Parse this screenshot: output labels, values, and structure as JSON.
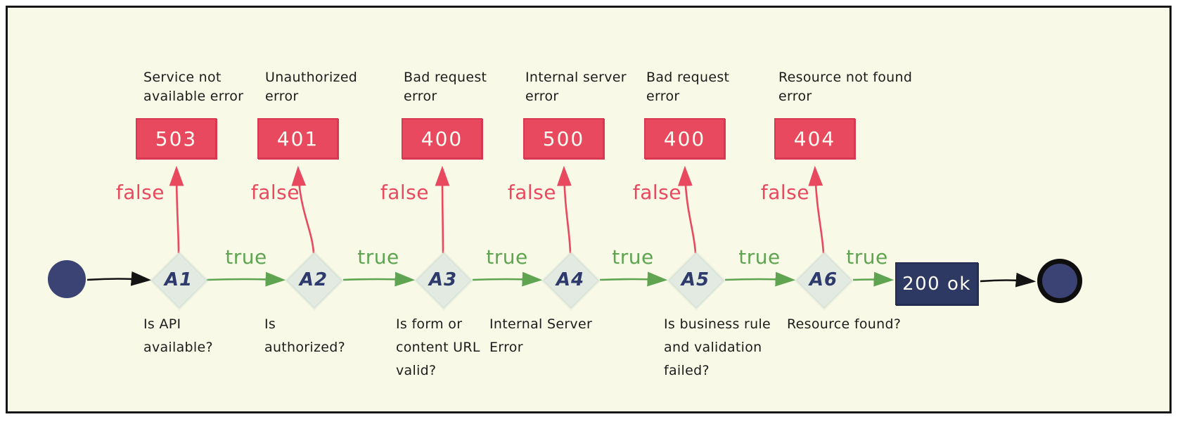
{
  "colors": {
    "background": "#f8f9e6",
    "error_red": "#e8495f",
    "true_green": "#5ea451",
    "navy": "#2e3963",
    "diamond_fill": "#e3eae2"
  },
  "success_label": "200 ok",
  "true_labels": [
    "true",
    "true",
    "true",
    "true",
    "true",
    "true"
  ],
  "columns": [
    {
      "node": "A1",
      "error_title": "Service not\navailable error",
      "error_code": "503",
      "false_label": "false",
      "question": "Is API\navailable?"
    },
    {
      "node": "A2",
      "error_title": "Unauthorized\nerror",
      "error_code": "401",
      "false_label": "false",
      "question": "Is\nauthorized?"
    },
    {
      "node": "A3",
      "error_title": "Bad request\nerror",
      "error_code": "400",
      "false_label": "false",
      "question": "Is form or\ncontent URL\nvalid?"
    },
    {
      "node": "A4",
      "error_title": "Internal server\nerror",
      "error_code": "500",
      "false_label": "false",
      "question": "Internal Server\nError"
    },
    {
      "node": "A5",
      "error_title": "Bad request\nerror",
      "error_code": "400",
      "false_label": "false",
      "question": "Is business rule\nand validation\nfailed?"
    },
    {
      "node": "A6",
      "error_title": "Resource not found\nerror",
      "error_code": "404",
      "false_label": "false",
      "question": "Resource found?"
    }
  ]
}
